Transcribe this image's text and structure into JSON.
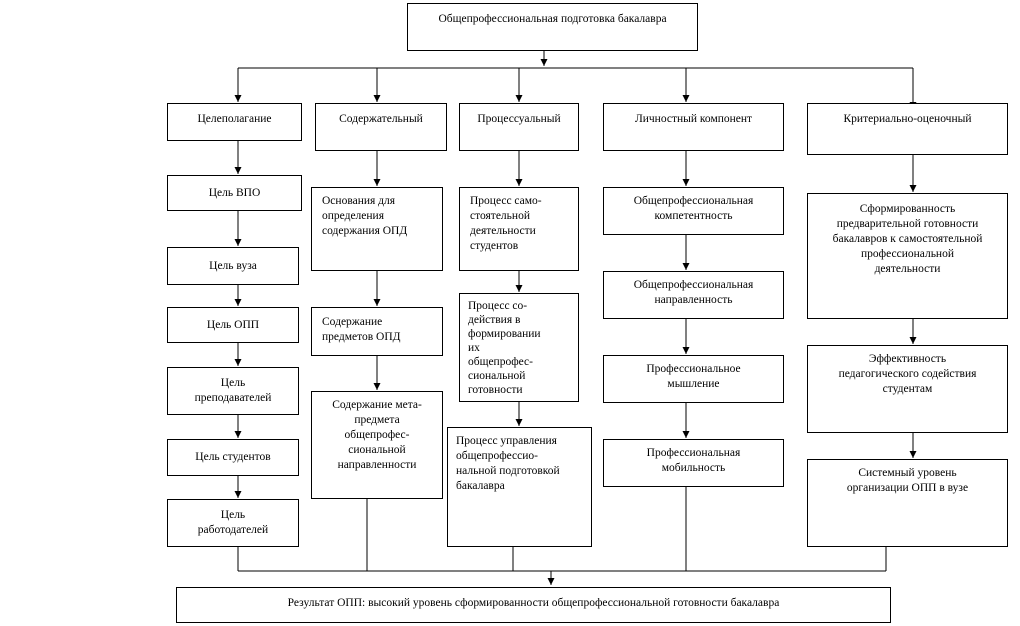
{
  "root": "Общепрофессиональная подготовка бакалавра",
  "columns": [
    {
      "header": "Целеполагание",
      "items": [
        "Цель ВПО",
        "Цель вуза",
        "Цель ОПП",
        "Цель\nпреподавателей",
        "Цель студентов",
        "Цель\nработодателей"
      ]
    },
    {
      "header": "Содержательный",
      "items": [
        "Основания для\nопределения\nсодержания ОПД",
        "Содержание\nпредметов ОПД",
        "Содержание мета-\nпредмета\nобщепрофес-\nсиональной\nнаправленности"
      ]
    },
    {
      "header": "Процессуальный",
      "items": [
        "Процесс само-\nстоятельной\nдеятельности\nстудентов",
        "Процесс со-\nдействия в\nформировании\nих\nобщепрофес-\nсиональной\nготовности",
        "Процесс управления\nобщепрофессио-\nнальной подготовкой\nбакалавра"
      ]
    },
    {
      "header": "Личностный компонент",
      "items": [
        "Общепрофессиональная\nкомпетентность",
        "Общепрофессиональная\nнаправленность",
        "Профессиональное\nмышление",
        "Профессиональная\nмобильность"
      ]
    },
    {
      "header": "Критериально-оценочный",
      "items": [
        "Сформированность\nпредварительной готовности\nбакалавров к самостоятельной\nпрофессиональной\nдеятельности",
        "Эффективность\nпедагогического содействия\nстудентам",
        "Системный уровень\nорганизации ОПП в вузе"
      ]
    }
  ],
  "result": "Результат ОПП: высокий уровень сформированности общепрофессиональной готовности бакалавра"
}
